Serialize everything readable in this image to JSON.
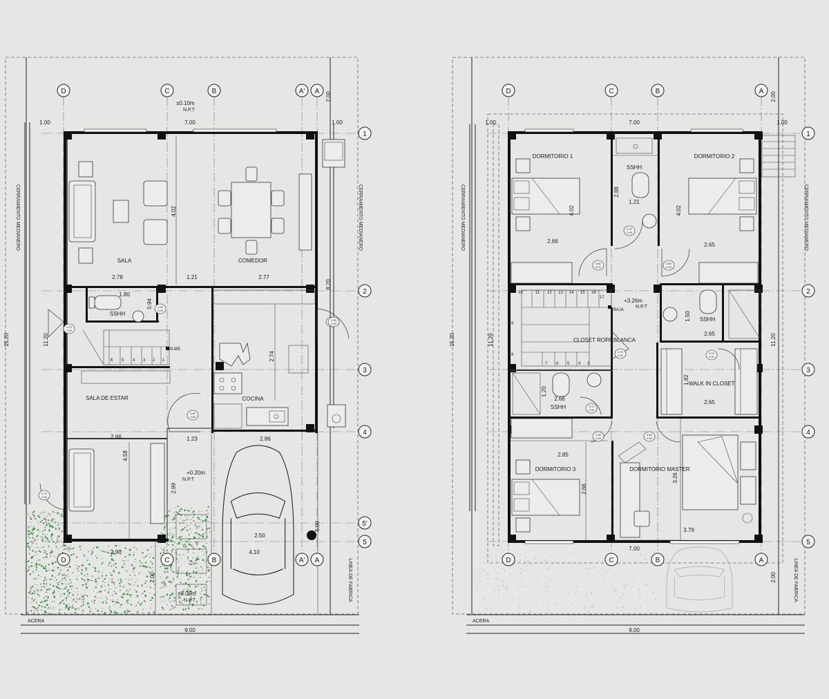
{
  "plans": [
    {
      "id": "ground",
      "grid_x_labels": [
        "D",
        "C",
        "B",
        "A'",
        "A"
      ],
      "grid_y_labels": [
        "1",
        "2",
        "3",
        "4",
        "5'",
        "5"
      ],
      "rooms": [
        "SALA",
        "COMEDOR",
        "SSHH",
        "SALA DE ESTAR",
        "COCINA"
      ],
      "levels": [
        {
          "value": "±0.10m",
          "sub": "N.P.T"
        },
        {
          "value": "+0.20m",
          "sub": "N.P.T"
        },
        {
          "value": "±0.00m",
          "sub": "N.P.T"
        }
      ],
      "stair_label": "SUBE",
      "stair_numbers": [
        "6",
        "5",
        "4",
        "3",
        "2",
        "1"
      ],
      "dims_top": [
        "1.00",
        "7.00",
        "1.00"
      ],
      "dims": [
        "2.78",
        "1.21",
        "2.77",
        "4.02",
        "8.20",
        "1.80",
        "0.94",
        "2.74",
        "2.66",
        "1.23",
        "2.86",
        "4.58",
        "2.99",
        "2.50",
        "2.90",
        "4.10",
        "2.00",
        "5.00",
        "2.00"
      ],
      "side_dims": [
        "15.20",
        "11.20"
      ],
      "door_tags": [
        "0.90\n2.00",
        "0.70\n2.00",
        "0.90\n2.00",
        "1.00\n2.00",
        "0.70\n2.00",
        "0.90\n2.00"
      ],
      "left_wall": "CERRAMIENTO MEDIANERO",
      "right_wall": "CERRAMIENTO MEDIANERO",
      "street": "ACERA",
      "frontage": "LINEA DE FABRICA",
      "width_total": "9.00"
    },
    {
      "id": "upper",
      "grid_x_labels": [
        "D",
        "C",
        "B",
        "A"
      ],
      "grid_y_labels": [
        "1",
        "2",
        "3",
        "4",
        "5"
      ],
      "rooms": [
        "DORMITORIO 1",
        "SSHH",
        "DORMITORIO 2",
        "SSHH",
        "CLOSET ROPA BLANCA",
        "WALK IN CLOSET",
        "SSHH",
        "DORMITORIO 3",
        "DORMITORIO MASTER"
      ],
      "levels": [
        {
          "value": "+3.26m",
          "sub": "N.P.T"
        }
      ],
      "stair_label": "BAJA",
      "stair_numbers_top": [
        "10",
        "11",
        "12",
        "13",
        "14",
        "15",
        "16",
        "17"
      ],
      "stair_numbers_side": [
        "9",
        "8"
      ],
      "stair_numbers_bottom": [
        "7",
        "6",
        "5",
        "4",
        "3"
      ],
      "dims_top": [
        "1.00",
        "7.00",
        "1.00"
      ],
      "dims": [
        "2.66",
        "4.02",
        "2.88",
        "1.21",
        "2.65",
        "4.02",
        "1.50",
        "2.65",
        "1.82",
        "2.65",
        "1.20",
        "2.66",
        "2.85",
        "2.66",
        "3.26",
        "3.79",
        "7.00",
        "2.00"
      ],
      "side_dims": [
        "15.20",
        "11.20"
      ],
      "door_tags": [
        "0.70\n2.00",
        "0.80\n2.00",
        "0.80\n2.00",
        "0.70\n2.00",
        "0.70\n2.00",
        "0.70\n2.00",
        "0.80\n2.00",
        "0.80\n2.00"
      ],
      "left_wall": "CERRAMIENTO MEDIANERO",
      "right_wall": "CERRAMIENTO MEDIANERO",
      "street": "ACERA",
      "frontage": "LINEA DE FABRICA",
      "width_total": "9.00"
    }
  ],
  "colors": {
    "background": "#e6e6e4",
    "wall": "#111111",
    "garden": "#2e9a3a"
  }
}
